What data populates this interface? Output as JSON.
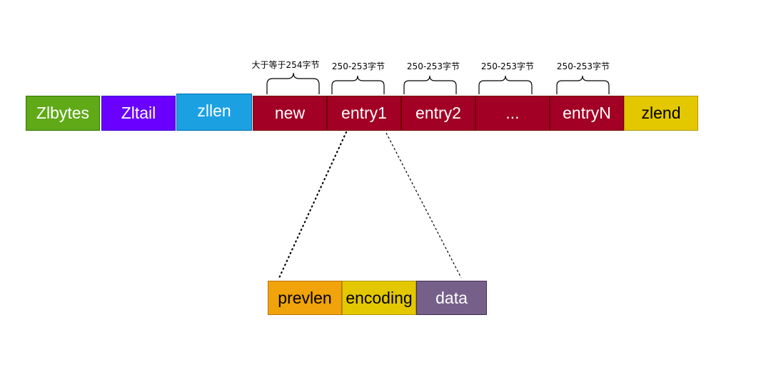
{
  "ziplist": {
    "blocks": [
      {
        "key": "zlbytes",
        "label": "Zlbytes",
        "fill": "#60a917",
        "text_color": "#ffffff"
      },
      {
        "key": "zltail",
        "label": "Zltail",
        "fill": "#6a00ff",
        "text_color": "#ffffff"
      },
      {
        "key": "zllen",
        "label": "zllen",
        "fill": "#1ba1e2",
        "text_color": "#ffffff"
      },
      {
        "key": "new",
        "label": "new",
        "fill": "#a20025",
        "text_color": "#ffffff"
      },
      {
        "key": "entry1",
        "label": "entry1",
        "fill": "#a20025",
        "text_color": "#ffffff"
      },
      {
        "key": "entry2",
        "label": "entry2",
        "fill": "#a20025",
        "text_color": "#ffffff"
      },
      {
        "key": "ellipsis",
        "label": "...",
        "fill": "#a20025",
        "text_color": "#ffffff"
      },
      {
        "key": "entryN",
        "label": "entryN",
        "fill": "#a20025",
        "text_color": "#ffffff"
      },
      {
        "key": "zlend",
        "label": "zlend",
        "fill": "#e3c800",
        "text_color": "#000000"
      }
    ]
  },
  "size_labels": {
    "new": "大于等于254字节",
    "entry1": "250-253字节",
    "entry2": "250-253字节",
    "ellipsis": "250-253字节",
    "entryN": "250-253字节"
  },
  "entry_detail": {
    "blocks": [
      {
        "key": "prevlen",
        "label": "prevlen",
        "fill": "#f0a30a",
        "text_color": "#000000"
      },
      {
        "key": "encoding",
        "label": "encoding",
        "fill": "#e3c800",
        "text_color": "#000000"
      },
      {
        "key": "data",
        "label": "data",
        "fill": "#76608a",
        "text_color": "#ffffff"
      }
    ]
  }
}
